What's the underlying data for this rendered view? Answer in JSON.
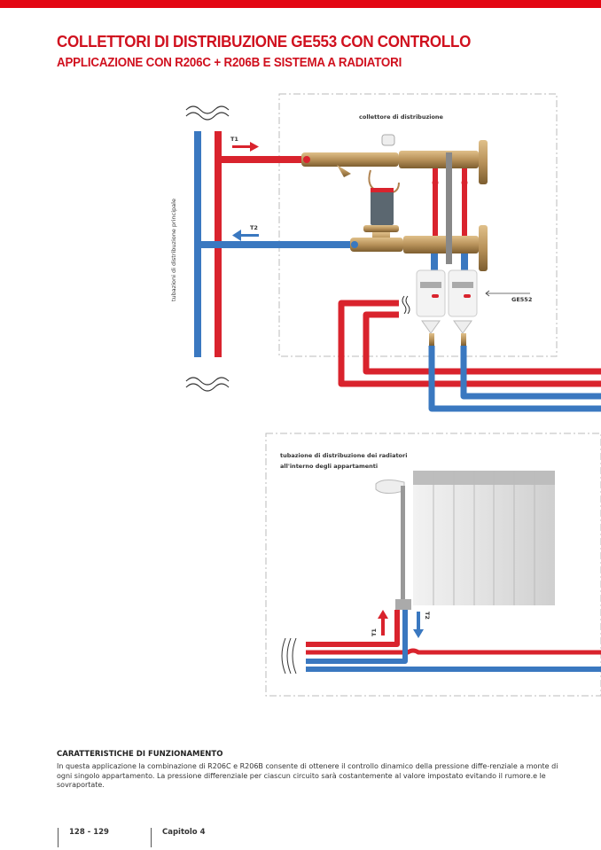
{
  "header": {
    "accent_color": "#e30613",
    "title": "COLLETTORI DI DISTRIBUZIONE GE553 CON CONTROLLO",
    "subtitle": "APPLICAZIONE CON R206C + R206B E SISTEMA A RADIATORI"
  },
  "diagram_top": {
    "manifold_label": "collettore di distribuzione",
    "main_pipes_label": "tubazioni di distribuzione principale",
    "flow_label": "T1",
    "return_label": "T2",
    "meter_label": "GE552",
    "colors": {
      "flow": "#d9232d",
      "return": "#3a78c0",
      "brass": "#b8925a"
    }
  },
  "diagram_bottom": {
    "caption_line1": "tubazione di distribuzione dei radiatori",
    "caption_line2": "all'interno degli appartamenti",
    "flow_label": "T1",
    "return_label": "T2"
  },
  "body": {
    "heading": "CARATTERISTICHE DI FUNZIONAMENTO",
    "paragraph": "In questa applicazione la combinazione di R206C e R206B consente di ottenere il controllo dinamico della pressione diffe-renziale a monte di ogni singolo appartamento. La pressione differenziale per ciascun circuito sarà costantemente al valore impostato evitando il rumore.e le sovraportate."
  },
  "footer": {
    "pages": "128 - 129",
    "chapter": "Capitolo 4"
  }
}
